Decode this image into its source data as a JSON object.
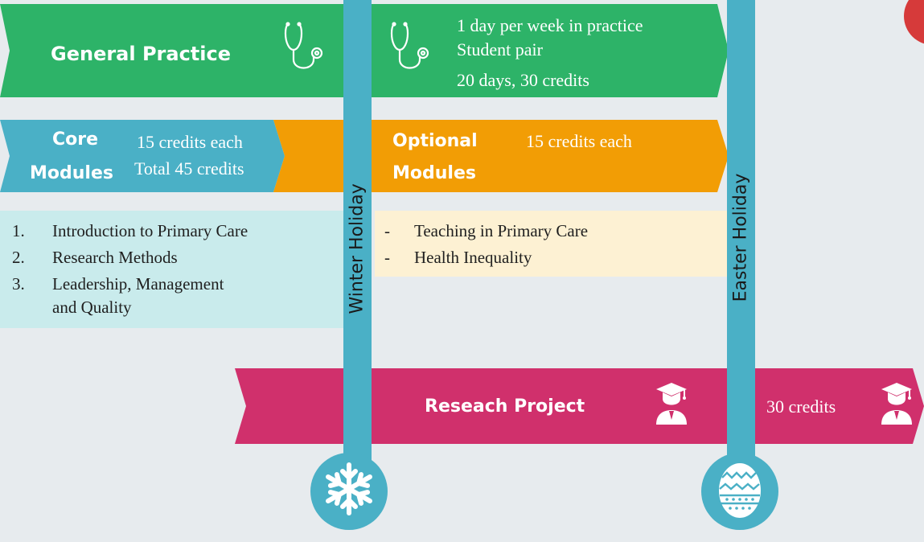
{
  "colors": {
    "green": "#2db368",
    "blue": "#4ab0c6",
    "orange": "#f29d05",
    "magenta": "#d0306c",
    "light_blue_panel": "#c9ebec",
    "light_yellow_panel": "#fdf1d3",
    "red_badge": "#d63a3a"
  },
  "general_practice": {
    "title": "General Practice",
    "details": [
      "1 day per week in practice",
      "Student pair",
      "20 days, 30 credits"
    ],
    "icon": "stethoscope-icon"
  },
  "core_modules": {
    "title_line1": "Core",
    "title_line2": "Modules",
    "credits_line1": "15 credits each",
    "credits_line2": "Total 45 credits",
    "items": [
      {
        "num": "1.",
        "text": "Introduction to Primary Care"
      },
      {
        "num": "2.",
        "text": "Research Methods"
      },
      {
        "num": "3.",
        "text": "Leadership, Management"
      },
      {
        "num": "",
        "text": "and Quality"
      }
    ]
  },
  "optional_modules": {
    "title_line1": "Optional",
    "title_line2": "Modules",
    "credits": "15 credits each",
    "items": [
      {
        "bullet": "-",
        "text": "Teaching in Primary Care"
      },
      {
        "bullet": "-",
        "text": "Health Inequality"
      }
    ]
  },
  "research_project": {
    "title": "Reseach Project",
    "credits": "30 credits",
    "icon": "graduate-icon"
  },
  "holidays": {
    "winter": {
      "label": "Winter Holiday",
      "icon": "snowflake-icon"
    },
    "easter": {
      "label": "Easter Holiday",
      "icon": "easter-egg-icon"
    }
  }
}
